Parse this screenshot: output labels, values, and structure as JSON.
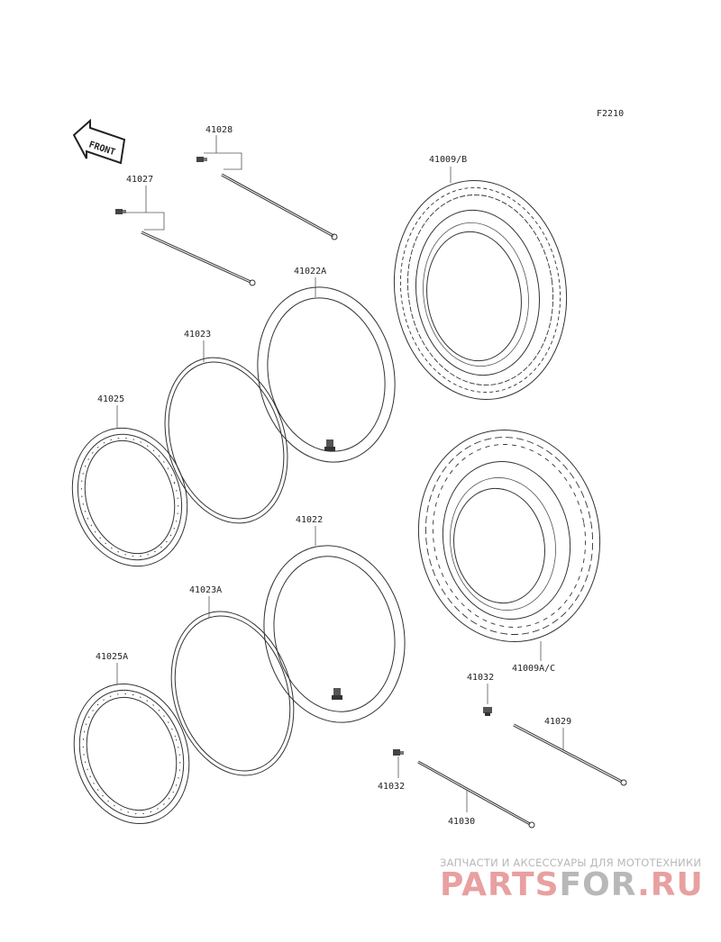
{
  "figure_code": "F2210",
  "front_marker": "FRONT",
  "parts": {
    "p41028": "41028",
    "p41027": "41027",
    "p41009b": "41009/B",
    "p41022a": "41022A",
    "p41023": "41023",
    "p41025": "41025",
    "p41022": "41022",
    "p41023a": "41023A",
    "p41025a": "41025A",
    "p41009ac": "41009A/C",
    "p41032_top": "41032",
    "p41029": "41029",
    "p41032_bottom": "41032",
    "p41030": "41030"
  },
  "watermark": {
    "tagline": "ЗАПЧАСТИ И АКСЕССУАРЫ ДЛЯ МОТОТЕХНИКИ",
    "brand_a": "PARTS",
    "brand_b": "FOR",
    "brand_c": ".RU",
    "color_red": "#e8a0a0",
    "color_gray": "#b8b8b8"
  }
}
